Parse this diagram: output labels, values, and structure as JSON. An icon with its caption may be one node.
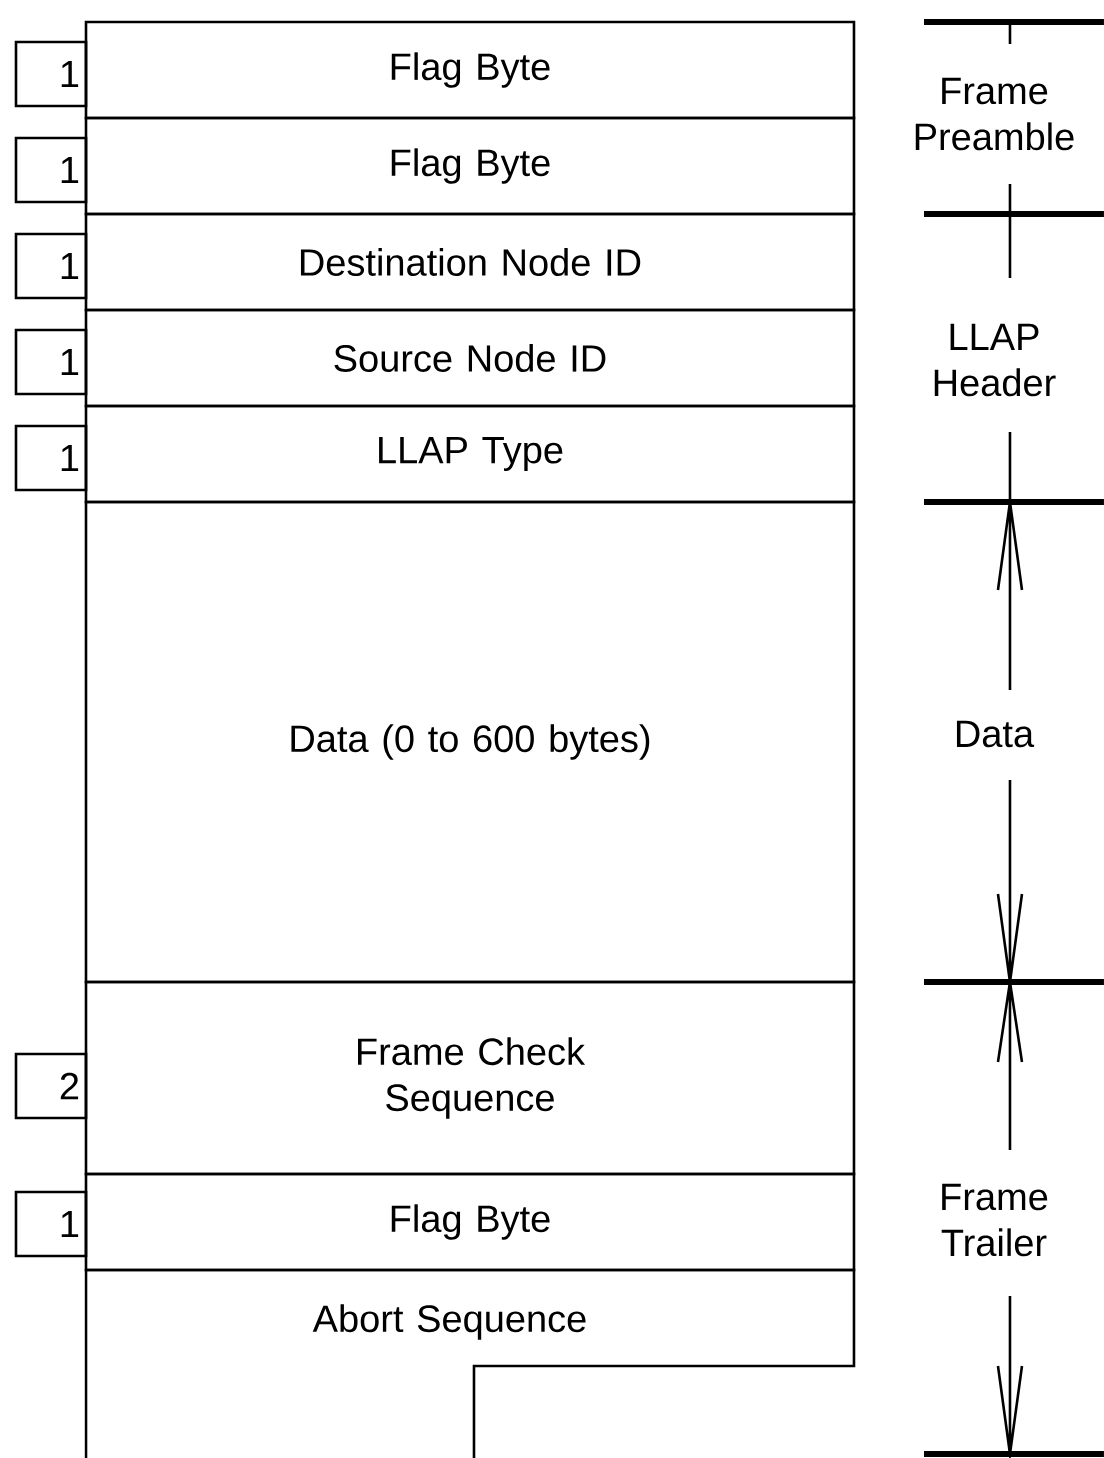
{
  "diagram": {
    "nodes": [
      {
        "text": [
          "1"
        ]
      },
      {
        "text": [
          "Flag Byte"
        ]
      },
      {
        "text": [
          "1"
        ]
      },
      {
        "text": [
          "Flag Byte"
        ]
      },
      {
        "text": [
          "1"
        ]
      },
      {
        "text": [
          "Destination Node ID"
        ]
      },
      {
        "text": [
          "1"
        ]
      },
      {
        "text": [
          "Source Node ID"
        ]
      },
      {
        "text": [
          "1"
        ]
      },
      {
        "text": [
          "LLAP Type"
        ]
      },
      {
        "text": [
          "Data (0 to 600 bytes)"
        ]
      },
      {
        "text": [
          "2"
        ]
      },
      {
        "text": [
          "Frame Check Sequence"
        ]
      },
      {
        "text": [
          "1"
        ]
      },
      {
        "text": [
          "Flag Byte"
        ]
      },
      {
        "text": [
          "Abort Sequence"
        ]
      }
    ],
    "labels": [
      "Frame Preamble",
      "LLAP Header",
      "Data",
      "Frame Trailer"
    ]
  }
}
